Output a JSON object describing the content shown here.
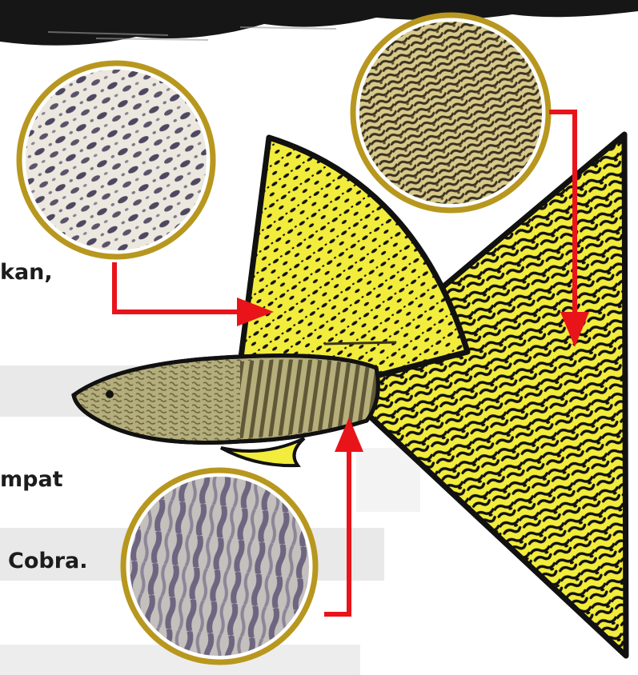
{
  "text_fragments": [
    "kan,",
    "mpat",
    "Cobra."
  ],
  "colors": {
    "fin_yellow": "#f2ec3c",
    "pattern_black": "#111111",
    "body_olive": "#b4ad7c",
    "body_stripe": "#5c5634",
    "ring_gold": "#b8971f",
    "arrow_red": "#e8141a",
    "band_gray": "#e9e9e9",
    "header_black": "#161616"
  },
  "icons": [
    "fish-illustration",
    "zoom-circle-spots",
    "zoom-circle-mosaic",
    "zoom-circle-stripes",
    "red-arrow"
  ]
}
